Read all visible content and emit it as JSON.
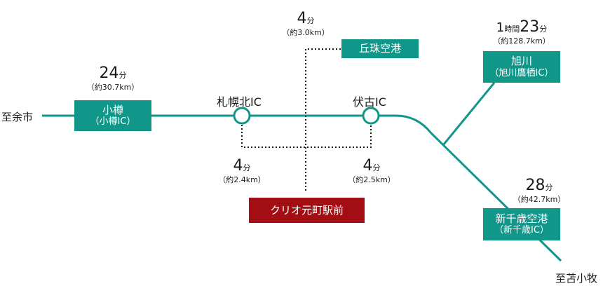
{
  "colors": {
    "route": "#11968a",
    "route_box": "#11968a",
    "station_box": "#a30e14",
    "dotted": "#1a1a1a"
  },
  "endpoints": {
    "west": "至余市",
    "southeast": "至苫小牧"
  },
  "ic": {
    "sapporo_kita": "札幌北IC",
    "fushiko": "伏古IC"
  },
  "boxes": {
    "otaru": {
      "line1": "小樽",
      "line2": "（小樽IC）"
    },
    "okadama": {
      "line1": "丘珠空港"
    },
    "asahikawa": {
      "line1": "旭川",
      "line2": "（旭川鷹栖IC）"
    },
    "chitose": {
      "line1": "新千歳空港",
      "line2": "（新千歳IC）"
    },
    "clio": {
      "line1": "クリオ元町駅前"
    }
  },
  "times": {
    "otaru": {
      "value": "24",
      "unit": "分",
      "distance": "（約30.7km）"
    },
    "okadama": {
      "value": "4",
      "unit": "分",
      "distance": "（約3.0km）"
    },
    "asahikawa": {
      "hours": "1",
      "hours_unit": "時間",
      "value": "23",
      "unit": "分",
      "distance": "（約128.7km）"
    },
    "chitose": {
      "value": "28",
      "unit": "分",
      "distance": "（約42.7km）"
    },
    "sapporo_kita": {
      "value": "4",
      "unit": "分",
      "distance": "（約2.4km）"
    },
    "fushiko": {
      "value": "4",
      "unit": "分",
      "distance": "（約2.5km）"
    }
  }
}
